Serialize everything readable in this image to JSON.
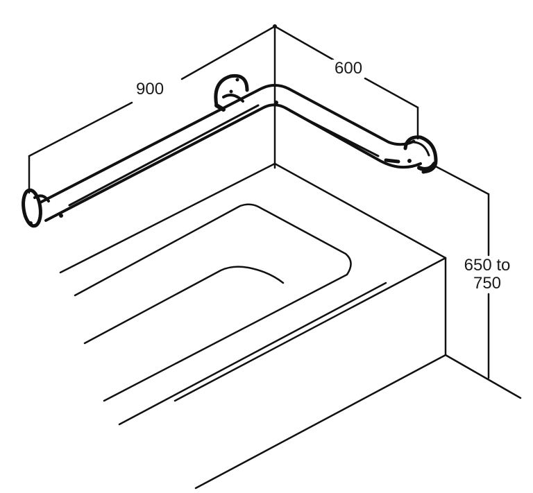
{
  "diagram": {
    "subject": "L-shaped grab bar mounted above bathtub in wall corner",
    "colors": {
      "line": "#111111",
      "background": "#ffffff"
    },
    "dimensions": {
      "long_leg": "900",
      "short_leg": "600",
      "height_line1": "650 to",
      "height_line2": "750"
    },
    "elements": [
      "wall-corner",
      "grab-bar-long-leg",
      "grab-bar-short-leg",
      "wall-flange-left",
      "wall-flange-center",
      "wall-flange-right",
      "bathtub-rim",
      "bathtub-basin",
      "bathtub-apron",
      "floor-line",
      "dimension-line-900",
      "dimension-line-600",
      "dimension-line-height"
    ]
  }
}
